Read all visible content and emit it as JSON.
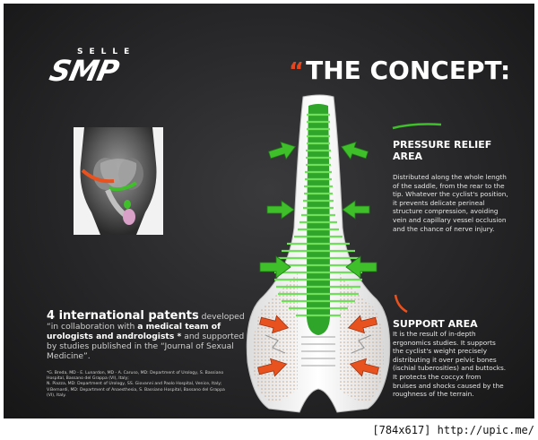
{
  "brand": {
    "top": "SELLE",
    "main": "SMP"
  },
  "title": {
    "quote": "“",
    "text": "THE CONCEPT:"
  },
  "pressure": {
    "heading_1": "PRESSURE RELIEF",
    "heading_2": "AREA",
    "lines": [
      "Distributed along the whole length",
      "of the saddle, from the rear to the",
      "tip. Whatever the cyclist's position,",
      "it prevents delicate perineal",
      "structure compression, avoiding",
      "vein and capillary vessel occlusion",
      "and the chance of nerve injury."
    ]
  },
  "support": {
    "heading": "SUPPORT AREA",
    "lines": [
      "It is the result of in-depth",
      "ergonomics studies. It supports",
      "the cyclist's weight precisely",
      "distributing it over pelvic bones",
      "(ischial tuberosities) and buttocks.",
      "It protects the coccyx from",
      "bruises and shocks caused by the",
      "roughness of the terrain."
    ]
  },
  "patents": {
    "big": "4 international patents",
    "t1": " developed",
    "t2": "“in collaboration with ",
    "b1": "a medical team of",
    "b2": "urologists and andrologists",
    "star": " *",
    "t3": " and supported",
    "t4": "by studies published in the “Journal of Sexual",
    "t5": "Medicine”."
  },
  "references": [
    "*G. Breda, MD - E. Lunardon, MD - A. Caruso, MD: Department of Urology, S. Bassiano",
    "Hospital, Bassano del Grappa (VI), Italy;",
    "N. Piazza, MD: Department of Urology, SS. Giovanni and Paolo Hospital, Venice, Italy;",
    "V.Bernardi, MD: Department of Anaesthesia, S. Bassiano Hospital, Bassano del Grappa",
    "(VI), Italy."
  ],
  "watermark": "[784x617] http://upic.me/",
  "colors": {
    "green": "#3fbf2a",
    "orange": "#e8521f",
    "background": "#2b2b2d"
  },
  "icons": [
    "anatomy-illustration",
    "saddle-illustration",
    "green-arrow-icon",
    "orange-arrow-icon"
  ]
}
